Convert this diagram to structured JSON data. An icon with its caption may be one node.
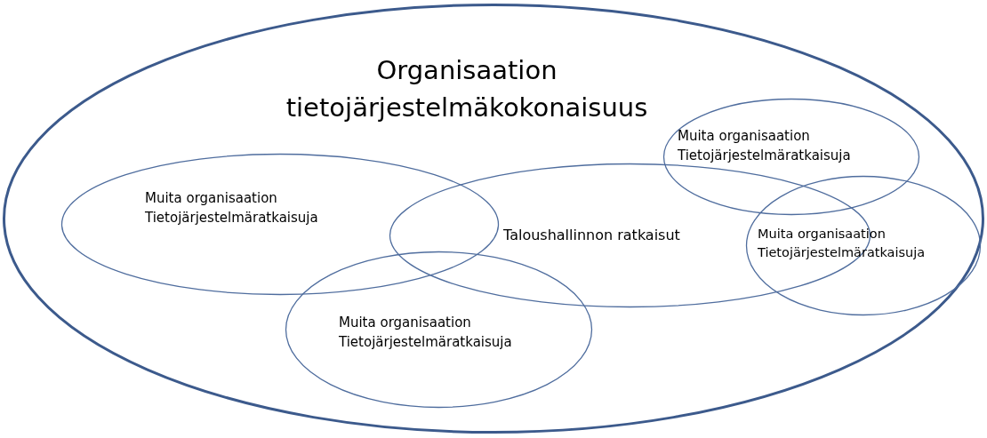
{
  "diagram": {
    "nodes": [
      {
        "text": [
          "Organisaation tietojärjestelmäkokonaisuus"
        ]
      },
      {
        "text": [
          "Muita organisaation Tietojärjestelmäratkaisuja"
        ],
        "in": 0
      },
      {
        "text": [
          "Muita organisaation Tietojärjestelmäratkaisuja"
        ],
        "in": 0
      },
      {
        "text": [
          "Taloushallinnon ratkaisut"
        ],
        "in": 0
      },
      {
        "text": [
          "Muita organisaation Tietojärjestelmäratkaisuja"
        ],
        "in": 0
      },
      {
        "text": [
          "Muita organisaation Tietojärjestelmäratkaisuja"
        ],
        "in": 0
      }
    ],
    "edges": []
  }
}
